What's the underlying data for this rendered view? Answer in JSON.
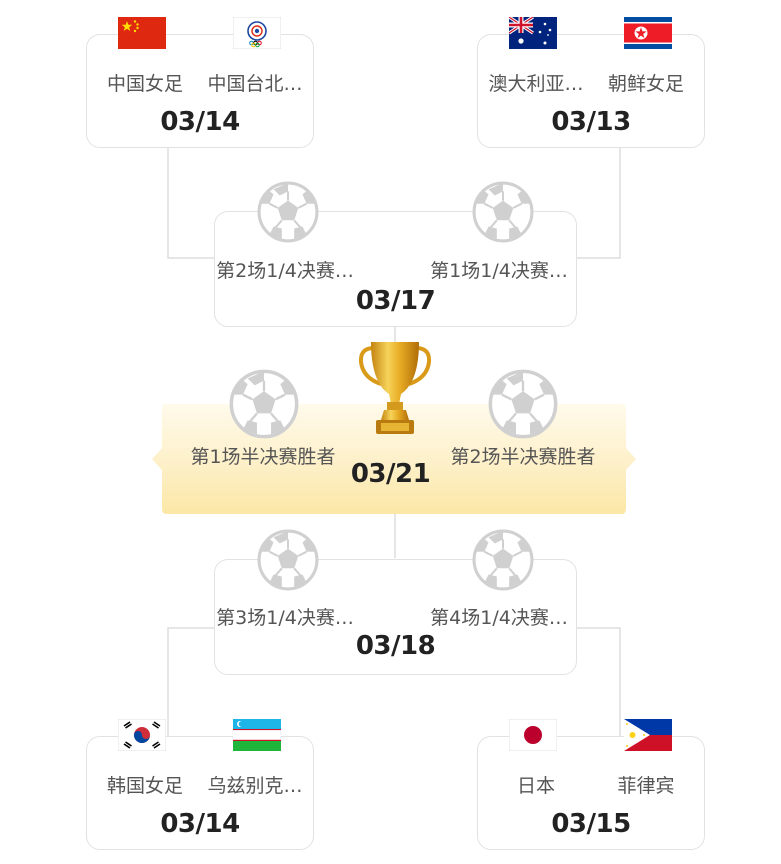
{
  "bracket": {
    "qf_top_left": {
      "team_a": "中国女足",
      "team_b": "中国台北…",
      "date": "03/14",
      "flag_a": "china-flag-icon",
      "flag_b": "chinese-taipei-flag-icon"
    },
    "qf_top_right": {
      "team_a": "澳大利亚…",
      "team_b": "朝鲜女足",
      "date": "03/13",
      "flag_a": "australia-flag-icon",
      "flag_b": "north-korea-flag-icon"
    },
    "sf_top": {
      "team_a": "第2场1/4决赛…",
      "team_b": "第1场1/4决赛…",
      "date": "03/17"
    },
    "final": {
      "team_a": "第1场半决赛胜者",
      "team_b": "第2场半决赛胜者",
      "date": "03/21"
    },
    "sf_bottom": {
      "team_a": "第3场1/4决赛…",
      "team_b": "第4场1/4决赛…",
      "date": "03/18"
    },
    "qf_bottom_left": {
      "team_a": "韩国女足",
      "team_b": "乌兹别克…",
      "date": "03/14",
      "flag_a": "south-korea-flag-icon",
      "flag_b": "uzbekistan-flag-icon"
    },
    "qf_bottom_right": {
      "team_a": "日本",
      "team_b": "菲律宾",
      "date": "03/15",
      "flag_a": "japan-flag-icon",
      "flag_b": "philippines-flag-icon"
    }
  },
  "colors": {
    "final_band_light": "#fffaeb",
    "final_band_gold": "#fbe7a6",
    "trophy_gold": "#e2a722",
    "card_border": "#e2e2e2",
    "connector_line": "#dddddd",
    "ball_gray": "#d0d0d0"
  }
}
